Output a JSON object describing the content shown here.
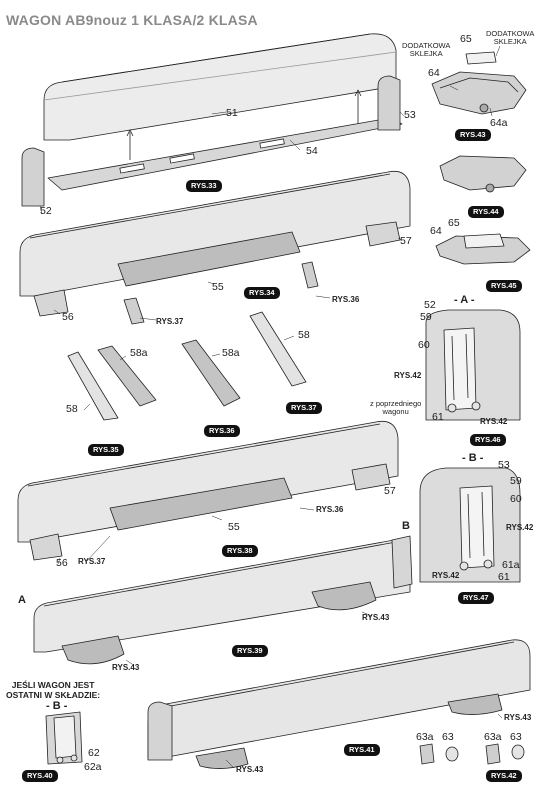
{
  "title": "WAGON AB9nouz  1 KLASA/2 KLASA",
  "notes": {
    "extra_glue_left": "DODATKOWA\nSKLEJKA",
    "extra_glue_right": "DODATKOWA\nSKLEJKA",
    "from_previous_wagon": "z poprzedniego\nwagonu",
    "last_wagon": "JEŚLI WAGON JEST\nOSTATNI W SKŁADZIE:"
  },
  "views": {
    "a_top": "- A -",
    "b_top": "- B -",
    "b_small": "- B -",
    "a_marker": "A",
    "b_marker": "B"
  },
  "figures": [
    "RYS.33",
    "RYS.34",
    "RYS.35",
    "RYS.36",
    "RYS.37",
    "RYS.38",
    "RYS.39",
    "RYS.40",
    "RYS.41",
    "RYS.42",
    "RYS.43",
    "RYS.44",
    "RYS.45",
    "RYS.46",
    "RYS.47"
  ],
  "parts": [
    "51",
    "52",
    "53",
    "54",
    "55",
    "56",
    "57",
    "58",
    "58a",
    "59",
    "60",
    "61",
    "61a",
    "62",
    "62a",
    "63",
    "63a",
    "64",
    "64a",
    "65"
  ],
  "palette": {
    "outline": "#222222",
    "body": "#e4e4e4",
    "light": "#f2f2f2",
    "dark": "#9a9a9a",
    "badge": "#111111"
  }
}
